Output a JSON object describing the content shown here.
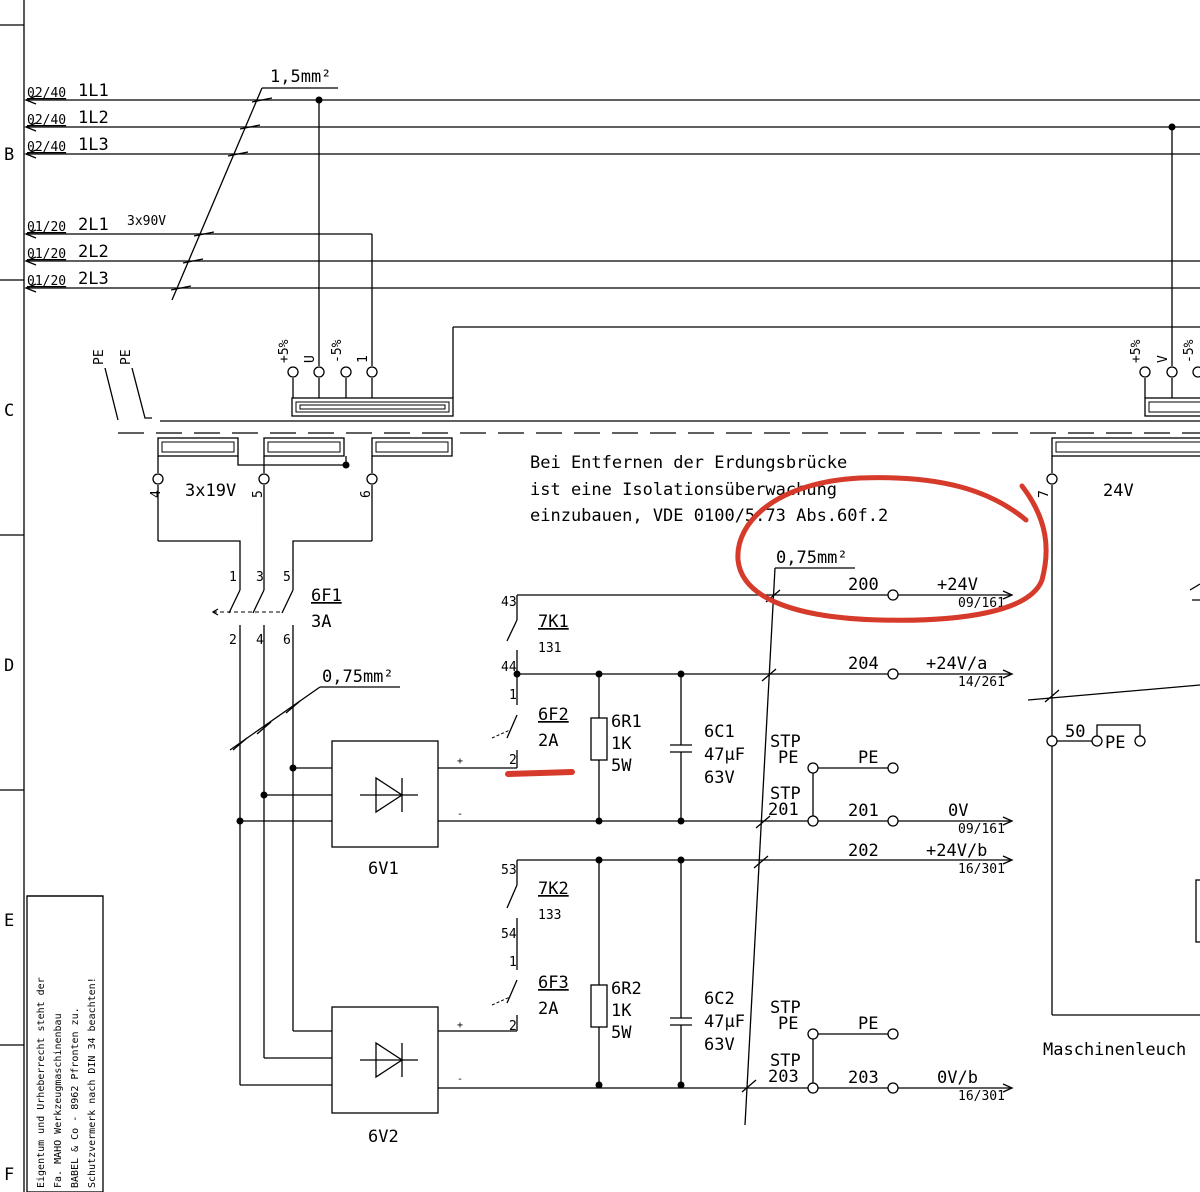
{
  "frame": {
    "zones": [
      "B",
      "C",
      "D",
      "E",
      "F"
    ]
  },
  "supply_lines": [
    {
      "ref": "02/40",
      "name": "1L1"
    },
    {
      "ref": "02/40",
      "name": "1L2"
    },
    {
      "ref": "02/40",
      "name": "1L3"
    },
    {
      "ref": "01/20",
      "name": "2L1"
    },
    {
      "ref": "01/20",
      "name": "2L2"
    },
    {
      "ref": "01/20",
      "name": "2L3"
    }
  ],
  "supply_voltage": "3x90V",
  "cross_sections": {
    "main": "1,5mm²",
    "rect": "0,75mm²",
    "out": "0,75mm²"
  },
  "transformer": {
    "taps": [
      "+5%",
      "U",
      "-5%",
      "1"
    ],
    "pe": [
      "PE",
      "PE"
    ],
    "sec_terms": [
      "4",
      "5",
      "6"
    ],
    "sec_label": "3x19V",
    "right_term": "7",
    "right_label": "24V",
    "right_taps": [
      "+5%",
      "V",
      "-5%"
    ]
  },
  "note": [
    "Bei Entfernen der Erdungsbrücke",
    "ist eine Isolationsüberwachung",
    "einzubauen, VDE 0100/5.73 Abs.60f.2"
  ],
  "fuse_6F1": {
    "name": "6F1",
    "rating": "3A",
    "pins_top": [
      "1",
      "3",
      "5"
    ],
    "pins_bottom": [
      "2",
      "4",
      "6"
    ]
  },
  "relay_7K1": {
    "name": "7K1",
    "page": "131",
    "pin_a": "43",
    "pin_b": "44"
  },
  "fuse_6F2": {
    "name": "6F2",
    "rating": "2A",
    "pin_a": "1",
    "pin_b": "2"
  },
  "resistor_6R1": {
    "name": "6R1",
    "value": "1K",
    "power": "5W"
  },
  "cap_6C1": {
    "name": "6C1",
    "value": "47µF",
    "voltage": "63V"
  },
  "rectifier_6V1": {
    "name": "6V1",
    "plus": "+",
    "minus": "-"
  },
  "relay_7K2": {
    "name": "7K2",
    "page": "133",
    "pin_a": "53",
    "pin_b": "54"
  },
  "fuse_6F3": {
    "name": "6F3",
    "rating": "2A",
    "pin_a": "1",
    "pin_b": "2"
  },
  "resistor_6R2": {
    "name": "6R2",
    "value": "1K",
    "power": "5W"
  },
  "cap_6C2": {
    "name": "6C2",
    "value": "47µF",
    "voltage": "63V"
  },
  "rectifier_6V2": {
    "name": "6V2",
    "plus": "+",
    "minus": "-"
  },
  "stp_labels": {
    "a_top": "STP",
    "a_bot": "PE",
    "b_top": "STP",
    "b_bot": "201",
    "c_top": "STP",
    "c_bot": "PE",
    "d_top": "STP",
    "d_bot": "203"
  },
  "outputs": [
    {
      "wire": "200",
      "signal": "+24V",
      "ref": "09/161"
    },
    {
      "wire": "204",
      "signal": "+24V/a",
      "ref": "14/261"
    },
    {
      "wire": "PE",
      "signal": "",
      "ref": ""
    },
    {
      "wire": "201",
      "signal": "0V",
      "ref": "09/161"
    },
    {
      "wire": "202",
      "signal": "+24V/b",
      "ref": "16/301"
    },
    {
      "wire": "PE",
      "signal": "",
      "ref": ""
    },
    {
      "wire": "203",
      "signal": "0V/b",
      "ref": "16/301"
    }
  ],
  "right_side": {
    "term": "50",
    "pe": "PE",
    "lamp": "Maschinenleuch"
  },
  "title_block": [
    "Eigentum und Urheberrecht steht der",
    "Fa. MAHO Werkzeugmaschinenbau",
    "BABEL & Co - 8962 Pfronten zu.",
    "Schutzvermerk nach DIN 34 beachten!"
  ],
  "annotation_color": "#d63a2a"
}
